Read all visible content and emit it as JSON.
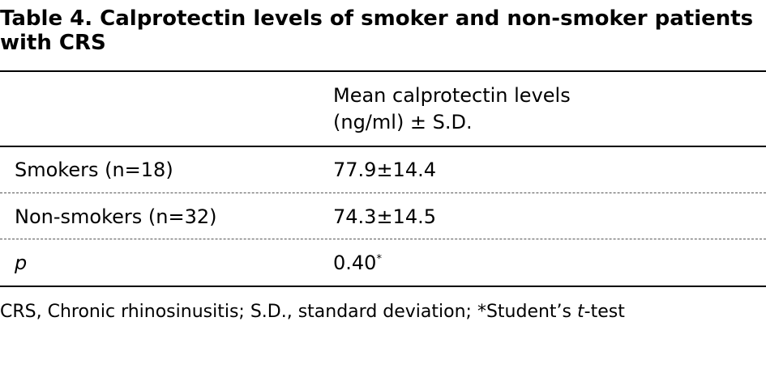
{
  "table": {
    "title": "Table 4. Calprotectin levels of smoker and non-smoker patients with CRS",
    "header": {
      "col1": "",
      "col2_line1": "Mean calprotectin levels",
      "col2_line2": "(ng/ml) ± S.D."
    },
    "rows": [
      {
        "label": "Smokers (n=18)",
        "value": "77.9±14.4"
      },
      {
        "label": "Non-smokers (n=32)",
        "value": "74.3±14.5"
      },
      {
        "label": "p",
        "value": "0.40",
        "value_mark": "*"
      }
    ]
  },
  "footnote": {
    "before_italic": "CRS, Chronic rhinosinusitis; S.D., standard deviation; *Student’s ",
    "italic": "t",
    "after_italic": "-test"
  }
}
